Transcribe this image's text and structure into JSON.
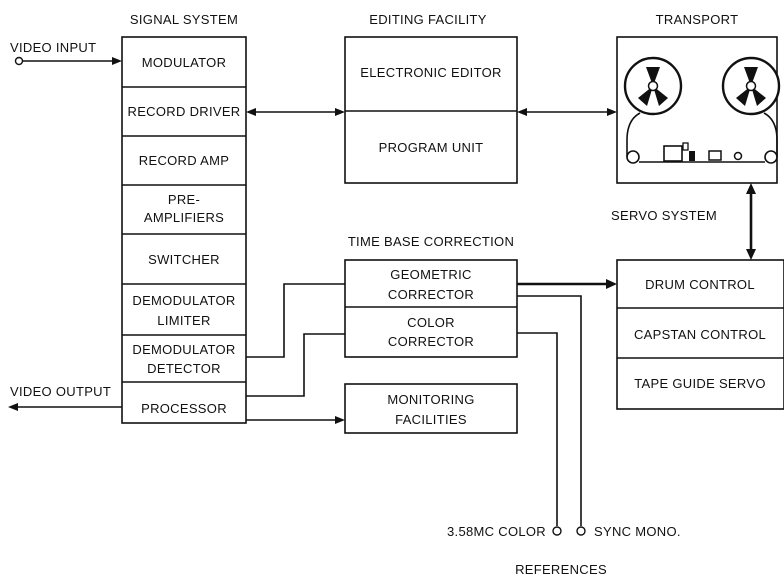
{
  "headings": {
    "signal_system": "SIGNAL SYSTEM",
    "editing_facility": "EDITING FACILITY",
    "transport": "TRANSPORT",
    "time_base_correction": "TIME BASE CORRECTION",
    "servo_system": "SERVO SYSTEM"
  },
  "signal_blocks": [
    {
      "line1": "MODULATOR",
      "line2": ""
    },
    {
      "line1": "RECORD DRIVER",
      "line2": ""
    },
    {
      "line1": "RECORD AMP",
      "line2": ""
    },
    {
      "line1": "PRE-",
      "line2": "AMPLIFIERS"
    },
    {
      "line1": "SWITCHER",
      "line2": ""
    },
    {
      "line1": "DEMODULATOR",
      "line2": "LIMITER"
    },
    {
      "line1": "DEMODULATOR",
      "line2": "DETECTOR"
    },
    {
      "line1": "PROCESSOR",
      "line2": ""
    }
  ],
  "editing_blocks": [
    "ELECTRONIC EDITOR",
    "PROGRAM UNIT"
  ],
  "tbc_blocks": [
    {
      "line1": "GEOMETRIC",
      "line2": "CORRECTOR"
    },
    {
      "line1": "COLOR",
      "line2": "CORRECTOR"
    }
  ],
  "monitoring": {
    "line1": "MONITORING",
    "line2": "FACILITIES"
  },
  "servo_blocks": [
    "DRUM CONTROL",
    "CAPSTAN CONTROL",
    "TAPE GUIDE SERVO"
  ],
  "io": {
    "video_input": "VIDEO INPUT",
    "video_output": "VIDEO OUTPUT"
  },
  "references": {
    "color": "3.58MC COLOR",
    "sync": "SYNC MONO.",
    "label": "REFERENCES"
  }
}
